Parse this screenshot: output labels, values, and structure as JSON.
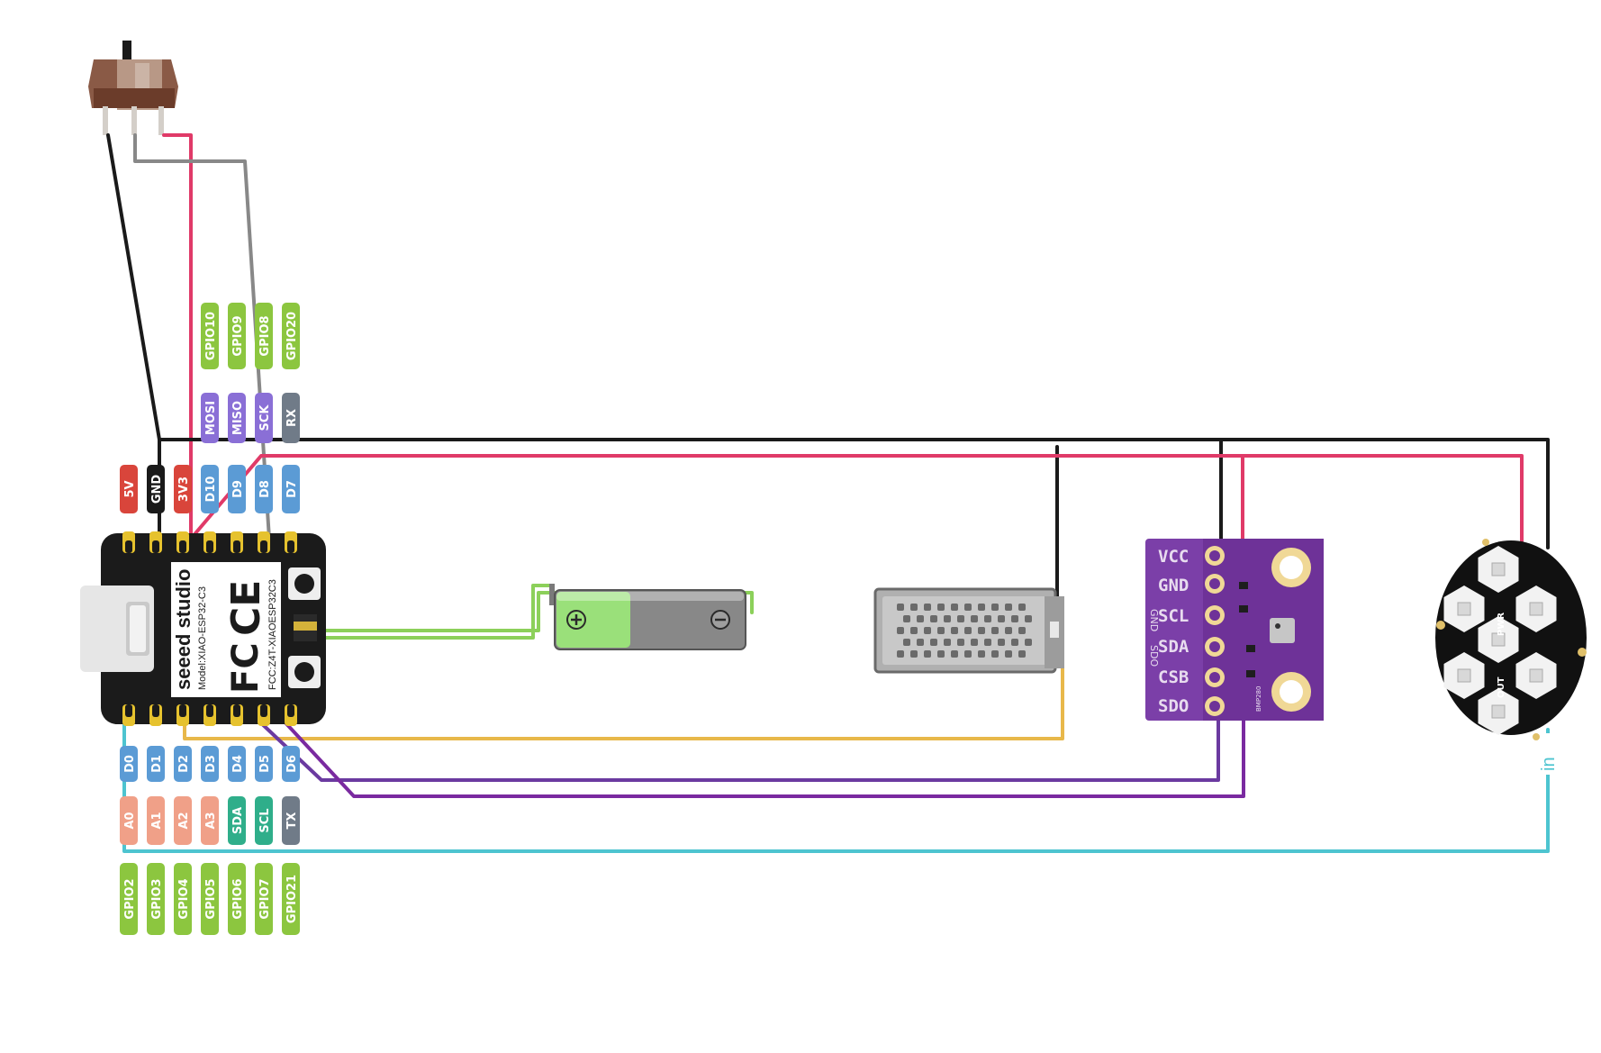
{
  "colors": {
    "gnd": "#1a1a1a",
    "power": "#e03a68",
    "switch_out": "#888888",
    "battery": "#8cd05a",
    "tx": "#e8b84a",
    "i2c_sda": "#6b3aa0",
    "i2c_scl": "#7a2aa0",
    "neopixel_in": "#4dc4d0",
    "gpio_label": "#8cc63f",
    "spi_label": "#8a6fd6",
    "digital_label": "#5b9bd5",
    "power_label": "#d9453b",
    "analog_label": "#f0a088",
    "i2c_label": "#2fae8a",
    "uart_label": "#707b88"
  },
  "xiao": {
    "brand": "seeed studio",
    "model": "Model:XIAO-ESP32-C3",
    "fcc_id": "FCC:Z4T-XIAOESP32C3",
    "ce_mark": "CE",
    "fcc_mark": "FC",
    "top_gpio": [
      "GPIO10",
      "GPIO9",
      "GPIO8",
      "GPIO20"
    ],
    "top_func": [
      "MOSI",
      "MISO",
      "SCK",
      "RX"
    ],
    "top_pins": [
      "5V",
      "GND",
      "3V3",
      "D10",
      "D9",
      "D8",
      "D7"
    ],
    "bottom_pins": [
      "D0",
      "D1",
      "D2",
      "D3",
      "D4",
      "D5",
      "D6"
    ],
    "bottom_analog": [
      "A0",
      "A1",
      "A2",
      "A3",
      "SDA",
      "SCL",
      "TX"
    ],
    "bottom_gpio": [
      "GPIO2",
      "GPIO3",
      "GPIO4",
      "GPIO5",
      "GPIO6",
      "GPIO7",
      "GPIO21"
    ]
  },
  "bme280": {
    "pins": [
      "VCC",
      "GND",
      "SCL",
      "SDA",
      "CSB",
      "SDO"
    ],
    "side_text": "SDO",
    "side_text2": "GND",
    "chip_text": "BMP280"
  },
  "neopixel": {
    "pads": [
      "PWR",
      "OUT"
    ],
    "in_label": "in"
  }
}
